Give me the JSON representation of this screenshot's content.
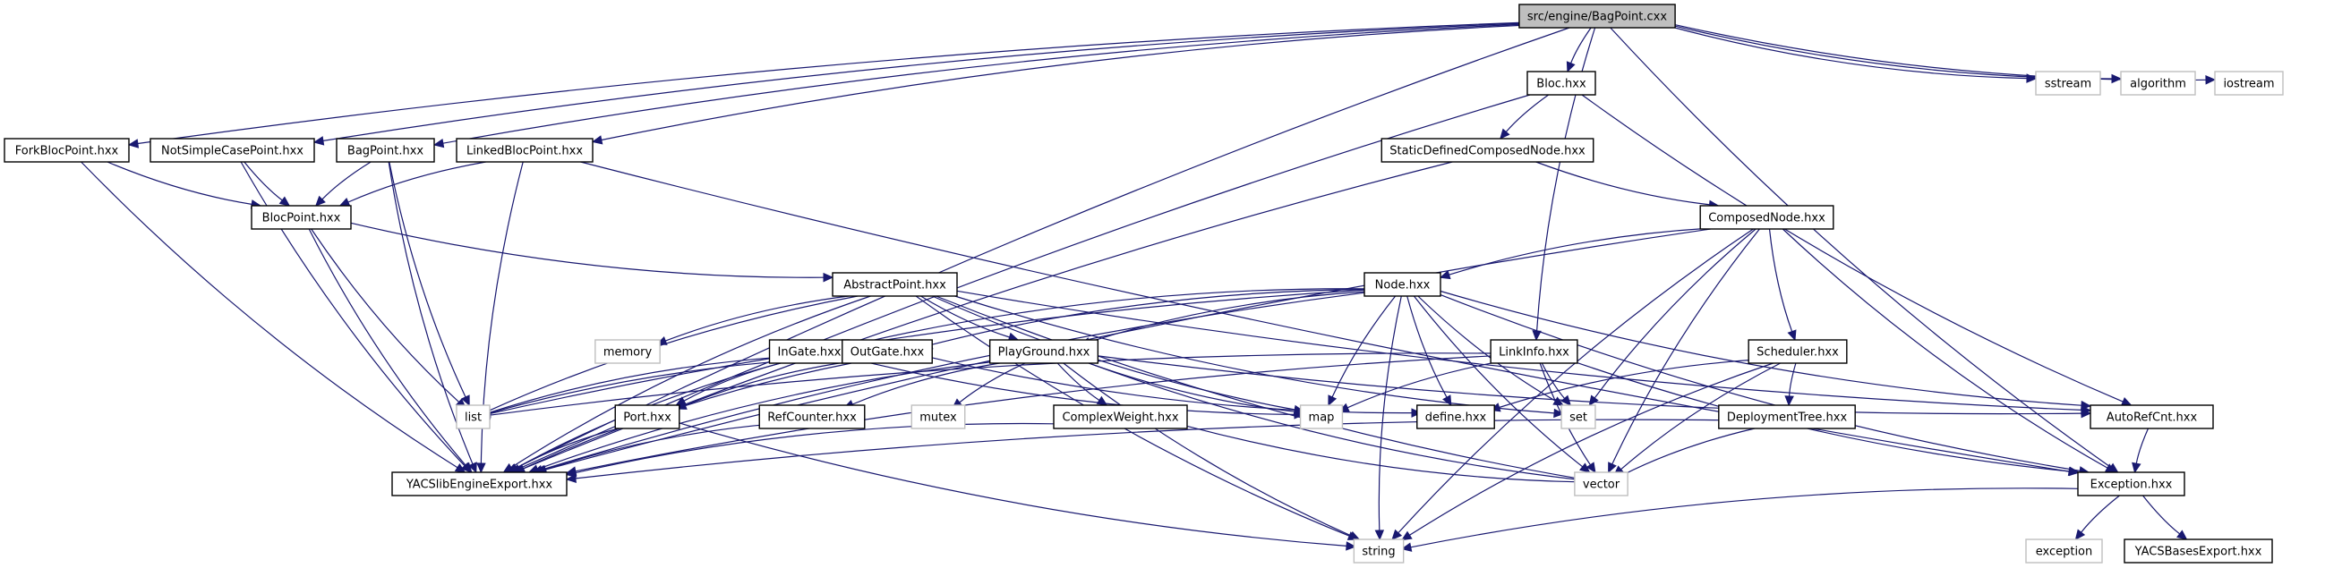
{
  "graph_title": "src/engine/BagPoint.cxx include dependency graph",
  "colors": {
    "edge": "#191970",
    "root_fill": "#bfbfbf",
    "node_border": "#000000",
    "external_border": "#bfbfbf"
  },
  "nodes": [
    {
      "id": "root",
      "label": "src/engine/BagPoint.cxx",
      "kind": "root"
    },
    {
      "id": "fork",
      "label": "ForkBlocPoint.hxx",
      "kind": "file"
    },
    {
      "id": "notsimple",
      "label": "NotSimpleCasePoint.hxx",
      "kind": "file"
    },
    {
      "id": "bagpoint",
      "label": "BagPoint.hxx",
      "kind": "file"
    },
    {
      "id": "linkedbloc",
      "label": "LinkedBlocPoint.hxx",
      "kind": "file"
    },
    {
      "id": "bloc",
      "label": "Bloc.hxx",
      "kind": "file"
    },
    {
      "id": "sstream",
      "label": "sstream",
      "kind": "external"
    },
    {
      "id": "algorithm",
      "label": "algorithm",
      "kind": "external"
    },
    {
      "id": "iostream",
      "label": "iostream",
      "kind": "external"
    },
    {
      "id": "blocpoint",
      "label": "BlocPoint.hxx",
      "kind": "file"
    },
    {
      "id": "staticdcn",
      "label": "StaticDefinedComposedNode.hxx",
      "kind": "file"
    },
    {
      "id": "composed",
      "label": "ComposedNode.hxx",
      "kind": "file"
    },
    {
      "id": "abstract",
      "label": "AbstractPoint.hxx",
      "kind": "file"
    },
    {
      "id": "node",
      "label": "Node.hxx",
      "kind": "file"
    },
    {
      "id": "memory",
      "label": "memory",
      "kind": "external"
    },
    {
      "id": "ingate",
      "label": "InGate.hxx",
      "kind": "file"
    },
    {
      "id": "outgate",
      "label": "OutGate.hxx",
      "kind": "file"
    },
    {
      "id": "playground",
      "label": "PlayGround.hxx",
      "kind": "file"
    },
    {
      "id": "linkinfo",
      "label": "LinkInfo.hxx",
      "kind": "file"
    },
    {
      "id": "scheduler",
      "label": "Scheduler.hxx",
      "kind": "file"
    },
    {
      "id": "list",
      "label": "list",
      "kind": "external"
    },
    {
      "id": "port",
      "label": "Port.hxx",
      "kind": "file"
    },
    {
      "id": "refcounter",
      "label": "RefCounter.hxx",
      "kind": "file"
    },
    {
      "id": "mutex",
      "label": "mutex",
      "kind": "external"
    },
    {
      "id": "complexweight",
      "label": "ComplexWeight.hxx",
      "kind": "file"
    },
    {
      "id": "map",
      "label": "map",
      "kind": "external"
    },
    {
      "id": "define",
      "label": "define.hxx",
      "kind": "file"
    },
    {
      "id": "set",
      "label": "set",
      "kind": "external"
    },
    {
      "id": "deploytree",
      "label": "DeploymentTree.hxx",
      "kind": "file"
    },
    {
      "id": "autorefcnt",
      "label": "AutoRefCnt.hxx",
      "kind": "file"
    },
    {
      "id": "yacsexport",
      "label": "YACSlibEngineExport.hxx",
      "kind": "file"
    },
    {
      "id": "vector",
      "label": "vector",
      "kind": "external"
    },
    {
      "id": "exception_hxx",
      "label": "Exception.hxx",
      "kind": "file"
    },
    {
      "id": "string",
      "label": "string",
      "kind": "external"
    },
    {
      "id": "exception",
      "label": "exception",
      "kind": "external"
    },
    {
      "id": "yacsbases",
      "label": "YACSBasesExport.hxx",
      "kind": "file"
    }
  ],
  "edges": [
    [
      "root",
      "fork"
    ],
    [
      "root",
      "notsimple"
    ],
    [
      "root",
      "bagpoint"
    ],
    [
      "root",
      "linkedbloc"
    ],
    [
      "root",
      "bloc"
    ],
    [
      "root",
      "sstream"
    ],
    [
      "root",
      "algorithm"
    ],
    [
      "root",
      "iostream"
    ],
    [
      "root",
      "linkinfo"
    ],
    [
      "root",
      "exception_hxx"
    ],
    [
      "root",
      "yacsexport"
    ],
    [
      "fork",
      "blocpoint"
    ],
    [
      "fork",
      "yacsexport"
    ],
    [
      "notsimple",
      "blocpoint"
    ],
    [
      "notsimple",
      "yacsexport"
    ],
    [
      "bagpoint",
      "blocpoint"
    ],
    [
      "bagpoint",
      "list"
    ],
    [
      "bagpoint",
      "yacsexport"
    ],
    [
      "linkedbloc",
      "blocpoint"
    ],
    [
      "linkedbloc",
      "yacsexport"
    ],
    [
      "linkedbloc",
      "exception_hxx"
    ],
    [
      "bloc",
      "staticdcn"
    ],
    [
      "bloc",
      "yacsexport"
    ],
    [
      "bloc",
      "autorefcnt"
    ],
    [
      "staticdcn",
      "composed"
    ],
    [
      "staticdcn",
      "yacsexport"
    ],
    [
      "blocpoint",
      "abstract"
    ],
    [
      "blocpoint",
      "list"
    ],
    [
      "blocpoint",
      "yacsexport"
    ],
    [
      "composed",
      "node"
    ],
    [
      "composed",
      "scheduler"
    ],
    [
      "composed",
      "set"
    ],
    [
      "composed",
      "vector"
    ],
    [
      "composed",
      "string"
    ],
    [
      "composed",
      "exception_hxx"
    ],
    [
      "composed",
      "yacsexport"
    ],
    [
      "abstract",
      "memory"
    ],
    [
      "abstract",
      "playground"
    ],
    [
      "abstract",
      "map"
    ],
    [
      "abstract",
      "set"
    ],
    [
      "abstract",
      "list"
    ],
    [
      "abstract",
      "vector"
    ],
    [
      "abstract",
      "string"
    ],
    [
      "abstract",
      "yacsexport"
    ],
    [
      "abstract",
      "autorefcnt"
    ],
    [
      "node",
      "ingate"
    ],
    [
      "node",
      "outgate"
    ],
    [
      "node",
      "playground"
    ],
    [
      "node",
      "map"
    ],
    [
      "node",
      "define"
    ],
    [
      "node",
      "set"
    ],
    [
      "node",
      "string"
    ],
    [
      "node",
      "vector"
    ],
    [
      "node",
      "list"
    ],
    [
      "node",
      "autorefcnt"
    ],
    [
      "node",
      "exception_hxx"
    ],
    [
      "node",
      "yacsexport"
    ],
    [
      "ingate",
      "port"
    ],
    [
      "ingate",
      "list"
    ],
    [
      "ingate",
      "yacsexport"
    ],
    [
      "ingate",
      "map"
    ],
    [
      "outgate",
      "port"
    ],
    [
      "outgate",
      "list"
    ],
    [
      "outgate",
      "yacsexport"
    ],
    [
      "outgate",
      "define"
    ],
    [
      "playground",
      "refcounter"
    ],
    [
      "playground",
      "mutex"
    ],
    [
      "playground",
      "complexweight"
    ],
    [
      "playground",
      "map"
    ],
    [
      "playground",
      "vector"
    ],
    [
      "playground",
      "string"
    ],
    [
      "playground",
      "yacsexport"
    ],
    [
      "playground",
      "autorefcnt"
    ],
    [
      "linkinfo",
      "map"
    ],
    [
      "linkinfo",
      "set"
    ],
    [
      "linkinfo",
      "vector"
    ],
    [
      "linkinfo",
      "list"
    ],
    [
      "linkinfo",
      "exception_hxx"
    ],
    [
      "linkinfo",
      "yacsexport"
    ],
    [
      "scheduler",
      "deploytree"
    ],
    [
      "scheduler",
      "define"
    ],
    [
      "scheduler",
      "vector"
    ],
    [
      "scheduler",
      "string"
    ],
    [
      "port",
      "yacsexport"
    ],
    [
      "port",
      "string"
    ],
    [
      "refcounter",
      "yacsexport"
    ],
    [
      "complexweight",
      "yacsexport"
    ],
    [
      "complexweight",
      "vector"
    ],
    [
      "deploytree",
      "vector"
    ],
    [
      "deploytree",
      "yacsexport"
    ],
    [
      "autorefcnt",
      "exception_hxx"
    ],
    [
      "exception_hxx",
      "exception"
    ],
    [
      "exception_hxx",
      "yacsbases"
    ],
    [
      "exception_hxx",
      "string"
    ]
  ]
}
